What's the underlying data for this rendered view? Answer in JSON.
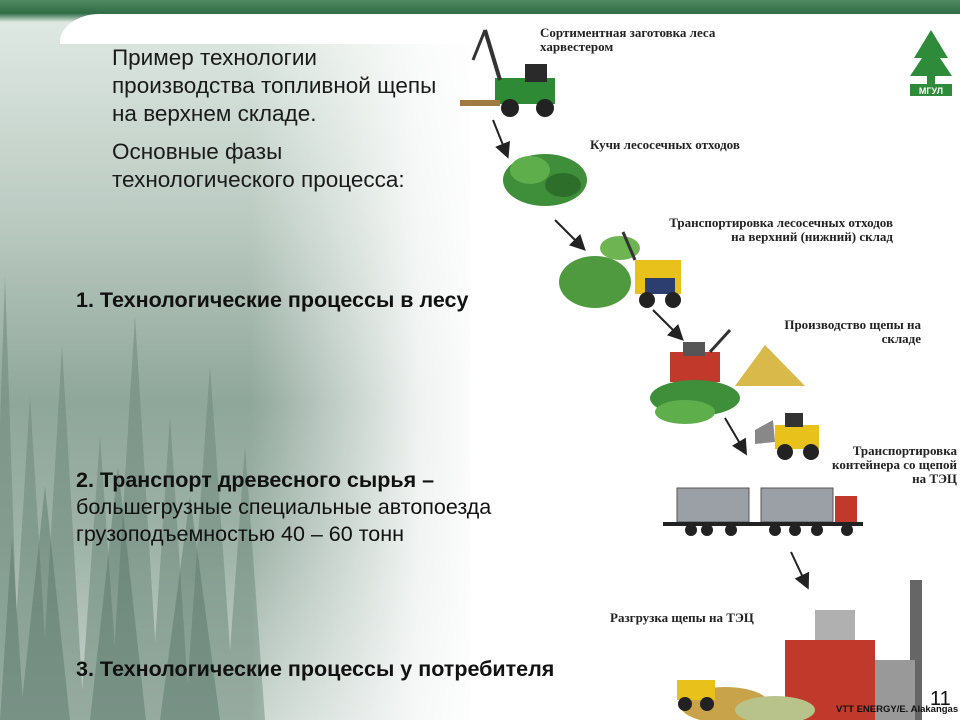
{
  "intro": {
    "line1": "Пример технологии производства топливной щепы на верхнем складе.",
    "line2": "Основные фазы технологического процесса:"
  },
  "stages": {
    "s1": "1. Технологические процессы в лесу",
    "s2_bold": "2. Транспорт древесного сырья –",
    "s2_rest": "большегрузные специальные автопоезда грузоподъемностью 40 – 60 тонн",
    "s3": "3. Технологические процессы у потребителя"
  },
  "captions": {
    "c1": "Сортиментная заготовка леса харвестером",
    "c2": "Кучи лесосечных отходов",
    "c3a": "Транспортировка лесосечных отходов",
    "c3b": "на верхний (нижний) склад",
    "c4a": "Производство щепы на",
    "c4b": "складе",
    "c5a": "Транспортировка",
    "c5b": "контейнера со щепой",
    "c5c": "на ТЭЦ",
    "c6": "Разгрузка щепы на ТЭЦ"
  },
  "footer": {
    "page": "11",
    "credit": "VTT ENERGY/E. Alakangas"
  },
  "logo": {
    "text": "МГУЛ",
    "color": "#2e8b3a"
  },
  "colors": {
    "arrow": "#222222",
    "truck_red": "#c0392b",
    "loader_yellow": "#e8c21a"
  }
}
